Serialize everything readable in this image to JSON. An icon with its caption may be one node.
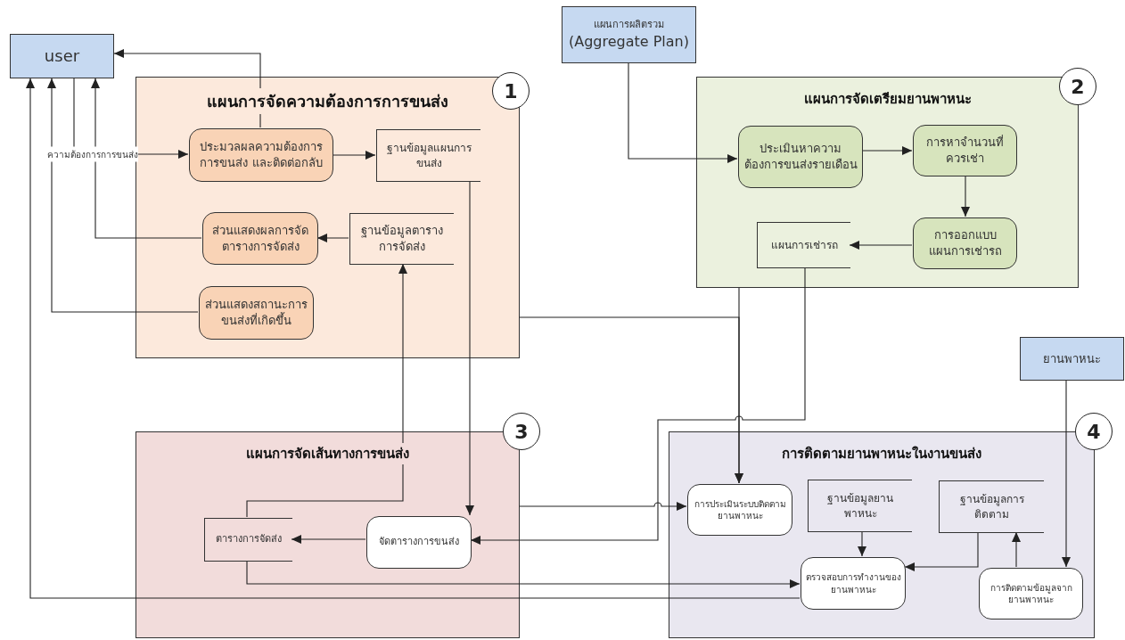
{
  "diagram": {
    "nodes": [
      {
        "text": [
          "user"
        ]
      },
      {
        "text": [
          "แผนการผลิตรวม",
          "(Aggregate Plan)"
        ]
      },
      {
        "text": [
          "แผนการจัดความต้องการการขนส่ง"
        ],
        "beside": [
          "1"
        ]
      },
      {
        "text": [
          "ประมวลผลความต้องการการขนส่ง และติดต่อกลับ"
        ],
        "in": 2
      },
      {
        "text": [
          "ฐานข้อมูลแผนการขนส่ง"
        ],
        "in": 2
      },
      {
        "text": [
          "ส่วนแสดงผลการจัดตารางการจัดส่ง"
        ],
        "in": 2
      },
      {
        "text": [
          "ฐานข้อมูลตารางการจัดส่ง"
        ],
        "in": 2
      },
      {
        "text": [
          "ส่วนแสดงสถานะการขนส่งที่เกิดขึ้น"
        ],
        "in": 2
      },
      {
        "text": [
          "แผนการจัดเตรียมยานพาหนะ"
        ],
        "beside": [
          "2"
        ]
      },
      {
        "text": [
          "ประเมินหาความต้องการขนส่งรายเดือน"
        ],
        "in": 8
      },
      {
        "text": [
          "การหาจำนวนที่ควรเช่า"
        ],
        "in": 8
      },
      {
        "text": [
          "การออกแบบแผนการเช่ารถ"
        ],
        "in": 8
      },
      {
        "text": [
          "แผนการเช่ารถ"
        ],
        "in": 8
      },
      {
        "text": [
          "ยานพาหนะ"
        ]
      },
      {
        "text": [
          "แผนการจัดเส้นทางการขนส่ง"
        ],
        "beside": [
          "3"
        ]
      },
      {
        "text": [
          "ตารางการจัดส่ง"
        ],
        "in": 14
      },
      {
        "text": [
          "จัดตารางการขนส่ง"
        ],
        "in": 14
      },
      {
        "text": [
          "การติดตามยานพาหนะในงานขนส่ง"
        ],
        "beside": [
          "4"
        ]
      },
      {
        "text": [
          "การประเมินระบบติดตามยานพาหนะ"
        ],
        "in": 17
      },
      {
        "text": [
          "ฐานข้อมูลยานพาหนะ"
        ],
        "in": 17
      },
      {
        "text": [
          "ฐานข้อมูลการติดตาม"
        ],
        "in": 17
      },
      {
        "text": [
          "ตรวจสอบการทำงานของยานพาหนะ"
        ],
        "in": 17
      },
      {
        "text": [
          "การติดตามข้อมูลจากยานพาหนะ"
        ],
        "in": 17
      }
    ],
    "edges": [
      {
        "from": 0,
        "to": 3,
        "arrow": "to",
        "label": "ความต้องการการขนส่ง"
      },
      {
        "from": 3,
        "to": 0,
        "arrow": "to"
      },
      {
        "from": 3,
        "to": 4,
        "arrow": "to"
      },
      {
        "from": 6,
        "to": 5,
        "arrow": "to"
      },
      {
        "from": 5,
        "to": 0,
        "arrow": "to"
      },
      {
        "from": 7,
        "to": 0,
        "arrow": "to"
      },
      {
        "from": 21,
        "to": 0,
        "arrow": "to"
      },
      {
        "from": 1,
        "to": 9,
        "arrow": "to"
      },
      {
        "from": 9,
        "to": 10,
        "arrow": "to"
      },
      {
        "from": 10,
        "to": 11,
        "arrow": "to"
      },
      {
        "from": 11,
        "to": 12,
        "arrow": "to"
      },
      {
        "from": 4,
        "to": 16,
        "arrow": "to"
      },
      {
        "from": 15,
        "to": 6,
        "arrow": "to"
      },
      {
        "from": 16,
        "to": 15,
        "arrow": "to"
      },
      {
        "from": 2,
        "to": 18,
        "arrow": "to"
      },
      {
        "from": 8,
        "to": 18,
        "arrow": "to"
      },
      {
        "from": 12,
        "to": 16,
        "arrow": "to"
      },
      {
        "from": 14,
        "to": 18,
        "arrow": "to"
      },
      {
        "from": 15,
        "to": 21,
        "arrow": "to"
      },
      {
        "from": 19,
        "to": 21,
        "arrow": "to"
      },
      {
        "from": 20,
        "to": 21,
        "arrow": "to"
      },
      {
        "from": 22,
        "to": 20,
        "arrow": "to"
      },
      {
        "from": 13,
        "to": 22,
        "arrow": "to"
      }
    ]
  }
}
